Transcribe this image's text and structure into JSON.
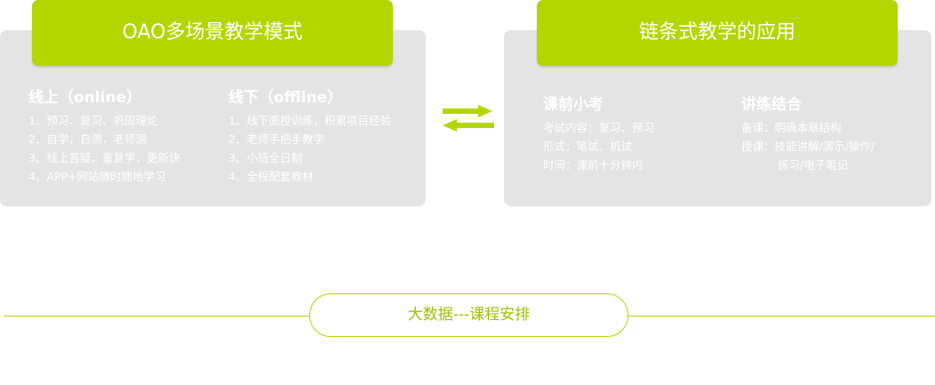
{
  "left_section": {
    "title": "OAO多场景教学模式",
    "online": {
      "heading": "线上（online）",
      "items": [
        "1、预习、复习、巩固理论",
        "2、自学，自测，老师测",
        "3、线上答疑，重复学，更新快",
        "4、APP+网站随时随地学习"
      ]
    },
    "offline": {
      "heading": "线下（offline）",
      "items": [
        "1、线下面授训练，积累项目经验",
        "2、老师手把手教学",
        "3、小班全日制",
        "4、全程配套教材"
      ]
    }
  },
  "right_section": {
    "title": "链条式教学的应用",
    "pre_class_quiz": {
      "heading": "课前小考",
      "items": [
        "考试内容：复习、预习",
        "形式：笔试、机试",
        "时间：课前十分钟内"
      ]
    },
    "lecture_practice": {
      "heading": "讲练结合",
      "items": [
        "备课：明确本章结构",
        "授课：技能讲解/演示/操作/",
        "练习/电子笔记"
      ]
    }
  },
  "divider": {
    "label": "大数据---课程安排"
  },
  "icons": {
    "swap": "swap-arrows-icon"
  },
  "colors": {
    "accent": "#b2d700",
    "panel": "#e4e4e4",
    "text_on_panel": "#ffffff"
  }
}
